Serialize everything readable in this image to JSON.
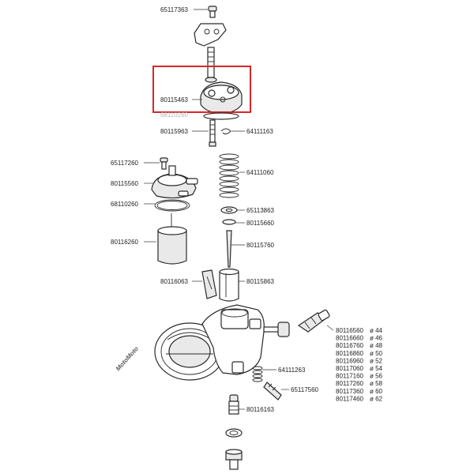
{
  "watermark": {
    "text": "MotoMoto"
  },
  "highlight": {
    "color": "#d9252a"
  },
  "labels": {
    "p65117363": "65117363",
    "p80115463": "80115463",
    "p68110260top": "68110260",
    "p80115963": "80115963",
    "p64111163": "64111163",
    "p65117260": "65117260",
    "p80115560": "80115560",
    "p68110260": "68110260",
    "p64111060": "64111060",
    "p65113863": "65113863",
    "p80115660": "80115660",
    "p80116260": "80116260",
    "p80115760": "80115760",
    "p80116063": "80116063",
    "p80115863": "80115863",
    "p64111263": "64111263",
    "p65117560": "65117560",
    "p80116163": "80116163"
  },
  "jet_table": [
    {
      "code": "80116560",
      "size": "ø 44"
    },
    {
      "code": "80116660",
      "size": "ø 46"
    },
    {
      "code": "80116760",
      "size": "ø 48"
    },
    {
      "code": "80116860",
      "size": "ø 50"
    },
    {
      "code": "80116960",
      "size": "ø 52"
    },
    {
      "code": "80117060",
      "size": "ø 54"
    },
    {
      "code": "80117160",
      "size": "ø 56"
    },
    {
      "code": "80117260",
      "size": "ø 58"
    },
    {
      "code": "80117360",
      "size": "ø 60"
    },
    {
      "code": "80117460",
      "size": "ø 62"
    }
  ]
}
